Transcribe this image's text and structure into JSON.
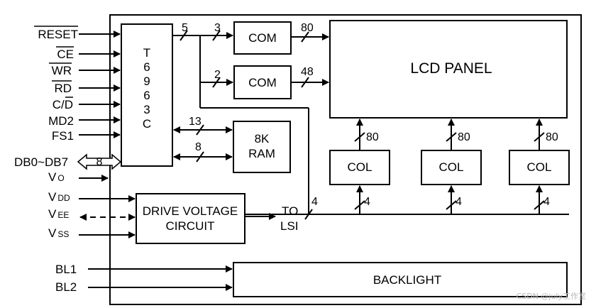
{
  "signals": {
    "reset": "RESET",
    "ce": "CE",
    "wr": "WR",
    "rd": "RD",
    "cd": "C/D",
    "md2": "MD2",
    "fs1": "FS1",
    "db": "DB0~DB7",
    "vo_main": "V",
    "vo_sub": "O",
    "vdd_main": "V",
    "vdd_sub": "DD",
    "vee_main": "V",
    "vee_sub": "EE",
    "vss_main": "V",
    "vss_sub": "SS",
    "bl1": "BL1",
    "bl2": "BL2"
  },
  "blocks": {
    "controller": [
      "T",
      "6",
      "9",
      "6",
      "3",
      "C"
    ],
    "com": "COM",
    "lcd_panel": "LCD PANEL",
    "ram_line1": "8K",
    "ram_line2": "RAM",
    "col": "COL",
    "drive_line1": "DRIVE VOLTAGE",
    "drive_line2": "CIRCUIT",
    "to_lsi_line1": "TO",
    "to_lsi_line2": "LSI",
    "backlight": "BACKLIGHT"
  },
  "bus_widths": {
    "ctrl_out": "5",
    "com1_in": "3",
    "com2_in": "2",
    "com1_out": "80",
    "com2_out": "48",
    "ram_addr": "13",
    "ram_data": "8",
    "db_bus": "8",
    "col_out": "80",
    "col_in": "4",
    "lsi_bus": "4"
  },
  "watermark": "CSDN @july工作室"
}
